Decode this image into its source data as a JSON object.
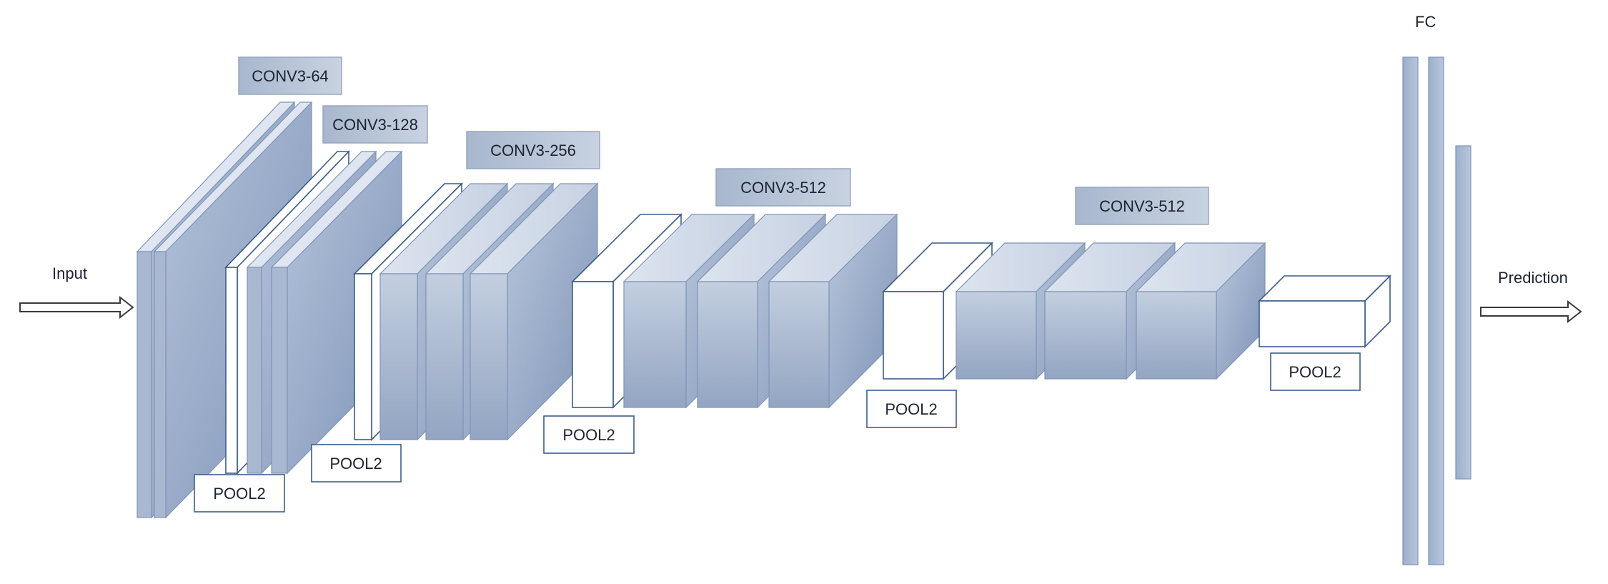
{
  "input_label": "Input",
  "prediction_label": "Prediction",
  "fc_label": "FC",
  "conv_labels": [
    "CONV3-64",
    "CONV3-128",
    "CONV3-256",
    "CONV3-512",
    "CONV3-512"
  ],
  "pool_labels": [
    "POOL2",
    "POOL2",
    "POOL2",
    "POOL2",
    "POOL2"
  ],
  "colors": {
    "layer_face": "#a4b4cc",
    "layer_side": "#8a9dbd",
    "layer_stroke": "#6f85a9",
    "pool_face": "#ffffff",
    "pool_stroke": "#3c5d8b",
    "label_fill": "#b2bfd3"
  }
}
